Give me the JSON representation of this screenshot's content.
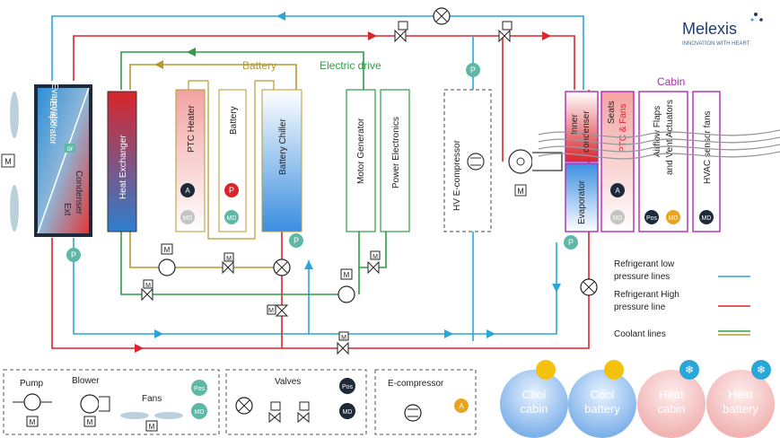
{
  "brand": {
    "name": "Melexis",
    "tagline": "INNOVATION WITH HEART"
  },
  "sections": {
    "battery": "Battery",
    "electric_drive": "Electric drive",
    "cabin": "Cabin"
  },
  "components": {
    "evaporator": "Evaporator",
    "or": "or",
    "condenser": "Condenser",
    "ext": "Ext",
    "heat_exchanger": "Heat Exchanger",
    "ptc_heater": "PTC Heater",
    "battery": "Battery",
    "battery_chiller": "Battery Chiller",
    "motor_generator": "Motor Generator",
    "power_electronics": "Power Electronics",
    "hv_compressor": "HV E-compressor",
    "inner_condenser_1": "Inner",
    "inner_condenser_2": "condenser",
    "cabin_evaporator": "Evaporator",
    "seats_1": "Seats",
    "seats_2": "PTC & Fans",
    "airflow_1": "Airflow Flaps",
    "airflow_2": "and Vent Actuators",
    "hvac_fans": "HVAC sensor fans"
  },
  "badges": {
    "motor": "M",
    "pressure": "P",
    "actuator": "A",
    "motor_driver": "MD",
    "position": "Pos"
  },
  "legend": {
    "low_1": "Refrigerant low",
    "low_2": "pressure lines",
    "high_1": "Refrigerant High",
    "high_2": "pressure line",
    "coolant": "Coolant lines"
  },
  "key_boxes": {
    "pump": "Pump",
    "blower": "Blower",
    "fans": "Fans",
    "valves": "Valves",
    "ecompressor": "E-compressor"
  },
  "modes": [
    {
      "line1": "Cool",
      "line2": "cabin",
      "type": "cool"
    },
    {
      "line1": "Cool",
      "line2": "battery",
      "type": "cool"
    },
    {
      "line1": "Heat",
      "line2": "cabin",
      "type": "heat"
    },
    {
      "line1": "Heat",
      "line2": "battery",
      "type": "heat"
    }
  ],
  "colors": {
    "low": "#2aa7d8",
    "high": "#d9252b",
    "coolant_green": "#2e9d45",
    "coolant_gold": "#b79a2f",
    "cabin": "#b02bb0",
    "teal": "#5fb8a6",
    "navy": "#1e2a3a"
  }
}
